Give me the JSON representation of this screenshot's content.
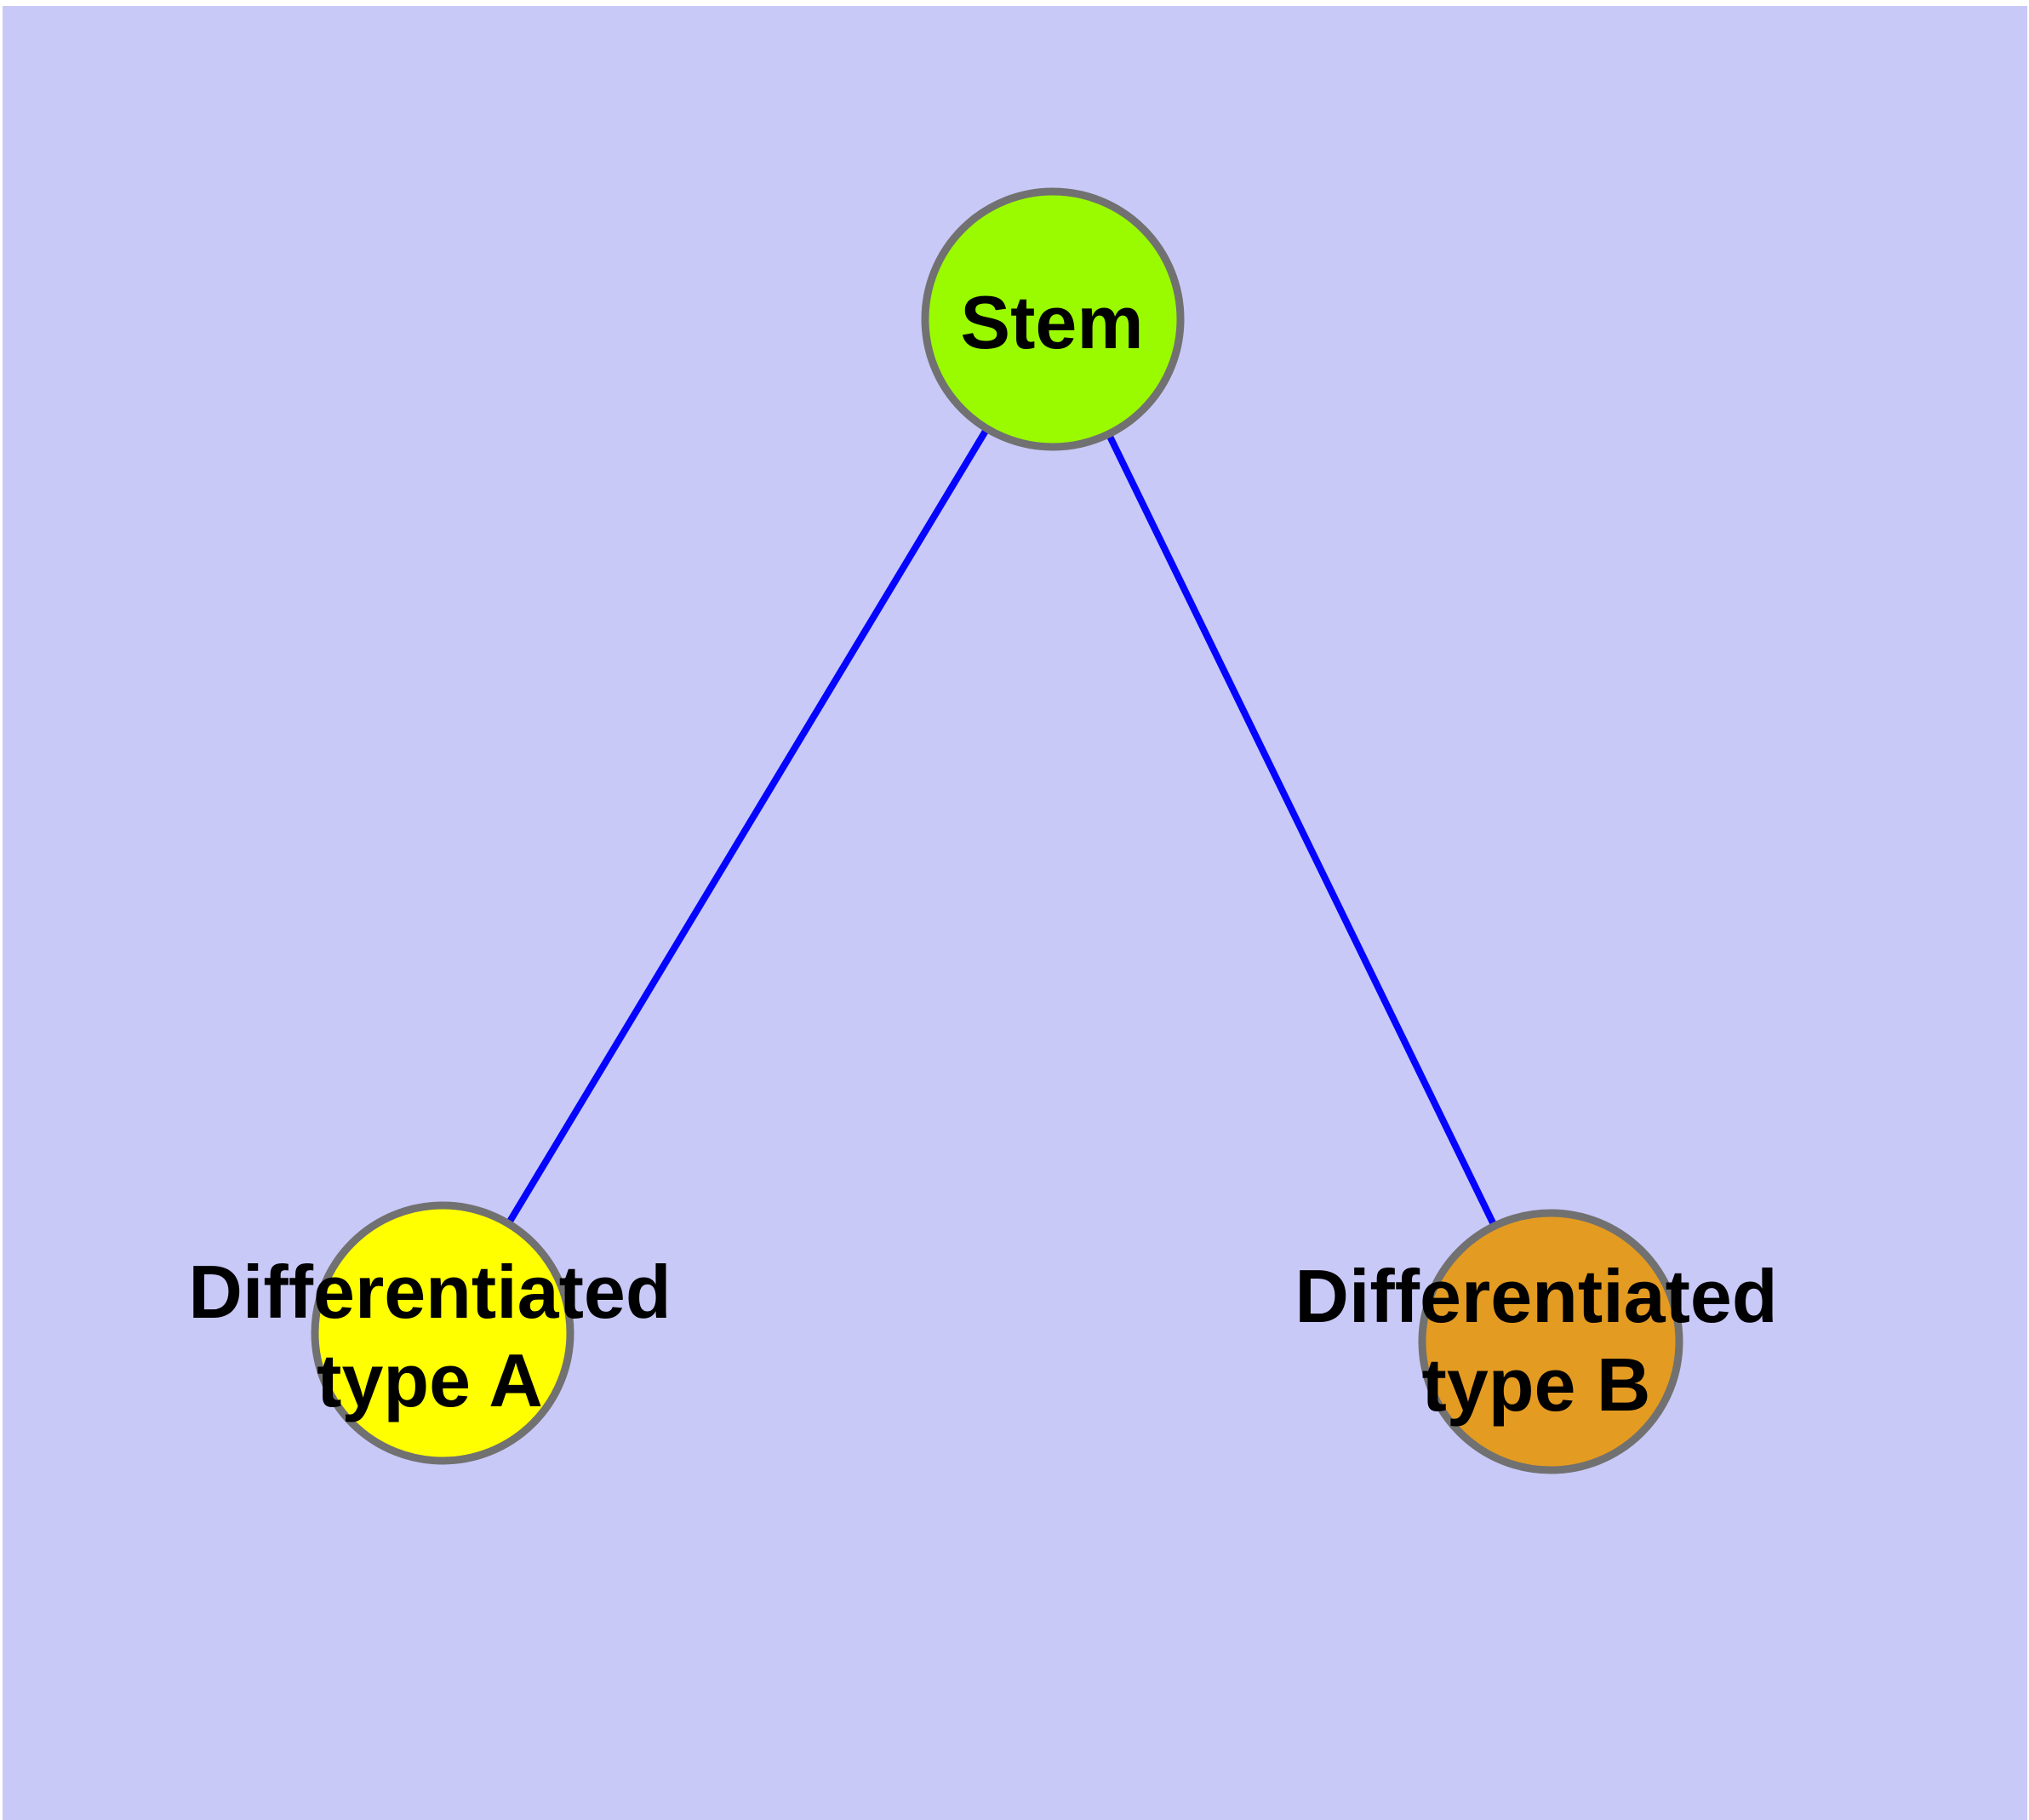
{
  "diagram": {
    "description": "Cell differentiation graph: one stem node linked to two differentiated cell-type nodes",
    "background_color": "#C9C9F8",
    "margin_color": "#FFFFFF",
    "edge_color": "#0404FF",
    "node_border_color": "#717171",
    "label_color": "#000000",
    "nodes": [
      {
        "id": "stem",
        "label": "Stem",
        "fill_color": "#9AFB00"
      },
      {
        "id": "differentiated-type-a",
        "label": "Differentiated\ntype A",
        "fill_color": "#FFFF00"
      },
      {
        "id": "differentiated-type-b",
        "label": "Differentiated\ntype B",
        "fill_color": "#E49B21"
      }
    ],
    "edges": [
      {
        "from": "Stem",
        "to": "Differentiated type A"
      },
      {
        "from": "Stem",
        "to": "Differentiated type B"
      }
    ]
  }
}
